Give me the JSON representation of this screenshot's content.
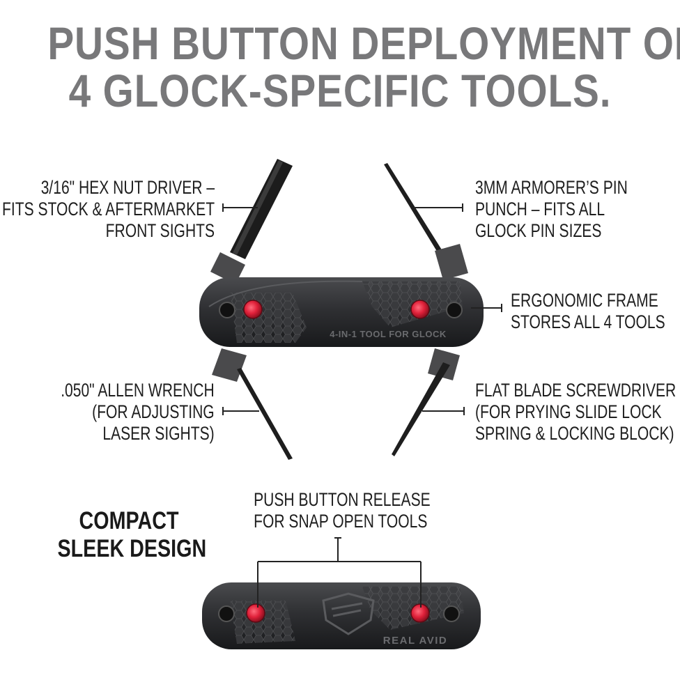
{
  "headline": {
    "line1": "PUSH BUTTON DEPLOYMENT OF",
    "line2": "4 GLOCK-SPECIFIC TOOLS."
  },
  "callouts": {
    "hex_driver": [
      "3/16\" HEX NUT DRIVER –",
      "FITS STOCK & AFTERMARKET",
      "FRONT SIGHTS"
    ],
    "pin_punch": [
      "3MM ARMORER’S PIN",
      "PUNCH – FITS ALL",
      "GLOCK PIN SIZES"
    ],
    "frame": [
      "ERGONOMIC FRAME",
      "STORES ALL 4 TOOLS"
    ],
    "allen_wrench": [
      ".050\" ALLEN WRENCH",
      "(FOR ADJUSTING",
      "LASER SIGHTS)"
    ],
    "screwdriver": [
      "FLAT BLADE SCREWDRIVER",
      "(FOR PRYING SLIDE LOCK",
      "SPRING & LOCKING BLOCK)"
    ],
    "release": [
      "PUSH BUTTON RELEASE",
      "FOR SNAP OPEN TOOLS"
    ]
  },
  "compact": [
    "COMPACT",
    "SLEEK DESIGN"
  ],
  "tool_engraving": {
    "open_tool": "4-IN-1 TOOL FOR GLOCK",
    "closed_tool": "REAL AVID"
  },
  "colors": {
    "headline": "#78787a",
    "frame": "#2b2c2e",
    "button": "#e0213a",
    "tool_steel": "#1c1c1c"
  }
}
